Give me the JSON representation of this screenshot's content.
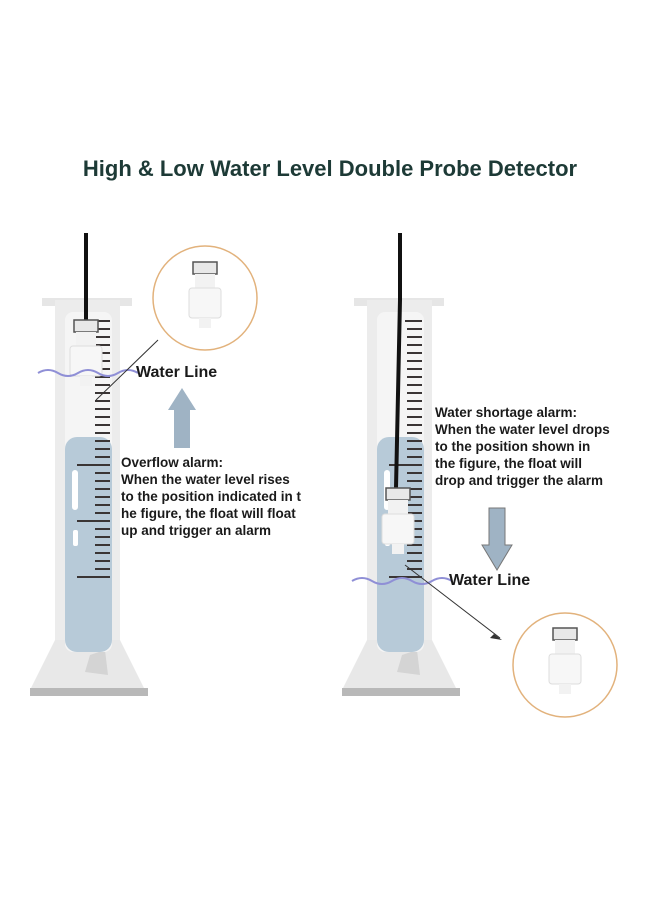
{
  "title": "High & Low Water Level Double Probe Detector",
  "left": {
    "water_line_label": "Water Line",
    "heading": "Overflow alarm:",
    "description": "When the water level rises\nto the position indicated in t\nhe figure, the float will float\nup and trigger an alarm"
  },
  "right": {
    "water_line_label": "Water Line",
    "heading": "Water shortage alarm:",
    "description": "When the water level drops\nto the position shown in\nthe figure, the float will\ndrop and trigger the alarm"
  },
  "colors": {
    "water": "#b7cad8",
    "arrow": "#9fb3c4",
    "wave": "#8f8fd6",
    "circle": "#e2b27c",
    "glass": "#ececec"
  }
}
